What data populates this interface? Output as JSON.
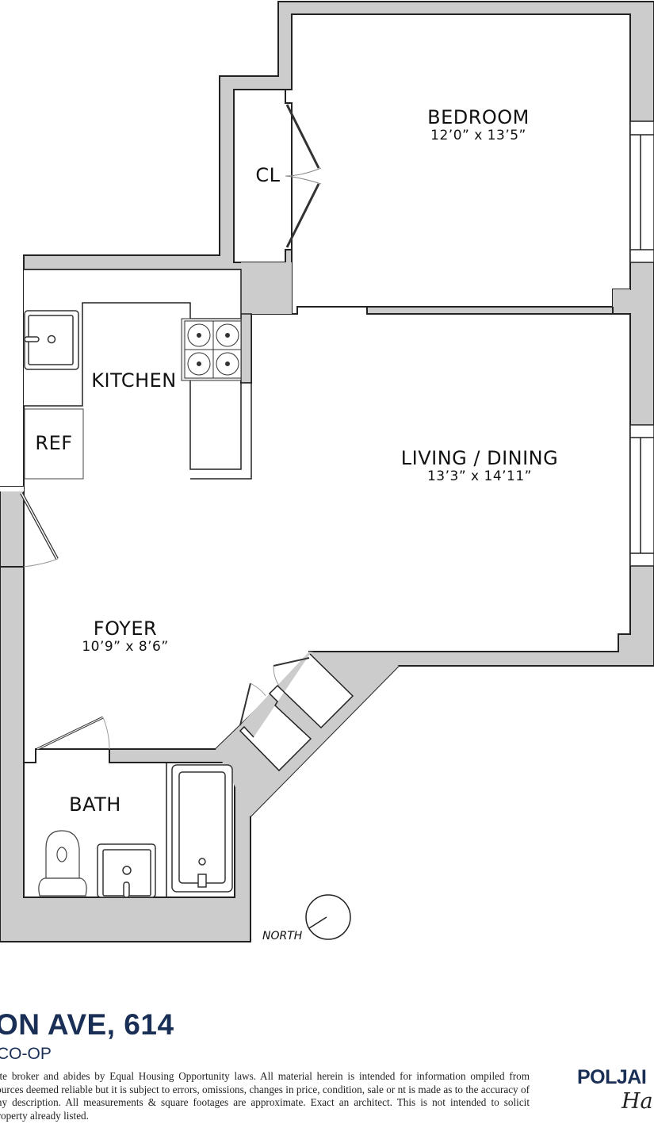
{
  "rooms": {
    "bedroom": {
      "name": "BEDROOM",
      "dims": "12’0” x 13’5”"
    },
    "closet": {
      "name": "CL"
    },
    "kitchen": {
      "name": "KITCHEN"
    },
    "refrigerator": {
      "name": "REF"
    },
    "living_dining": {
      "name": "LIVING / DINING",
      "dims": "13’3” x 14’11”"
    },
    "foyer": {
      "name": "FOYER",
      "dims": "10’9” x 8’6”"
    },
    "bath": {
      "name": "BATH"
    }
  },
  "compass": {
    "label": "NORTH"
  },
  "listing": {
    "title": "ON AVE, 614",
    "type": "CO-OP",
    "disclaimer": "tate broker and abides by Equal Housing Opportunity laws. All material herein is intended for information ompiled from sources deemed reliable but it is subject to errors, omissions, changes in price, condition, sale or nt is made as to the accuracy of any description. All measurements & square footages are approximate. Exact an architect. This is not intended to solicit property already listed."
  },
  "brand": {
    "name": "POLJAI",
    "script": "Ha"
  },
  "colors": {
    "wall": "#cccccc",
    "outline": "#222222",
    "brand": "#1a2f56"
  }
}
